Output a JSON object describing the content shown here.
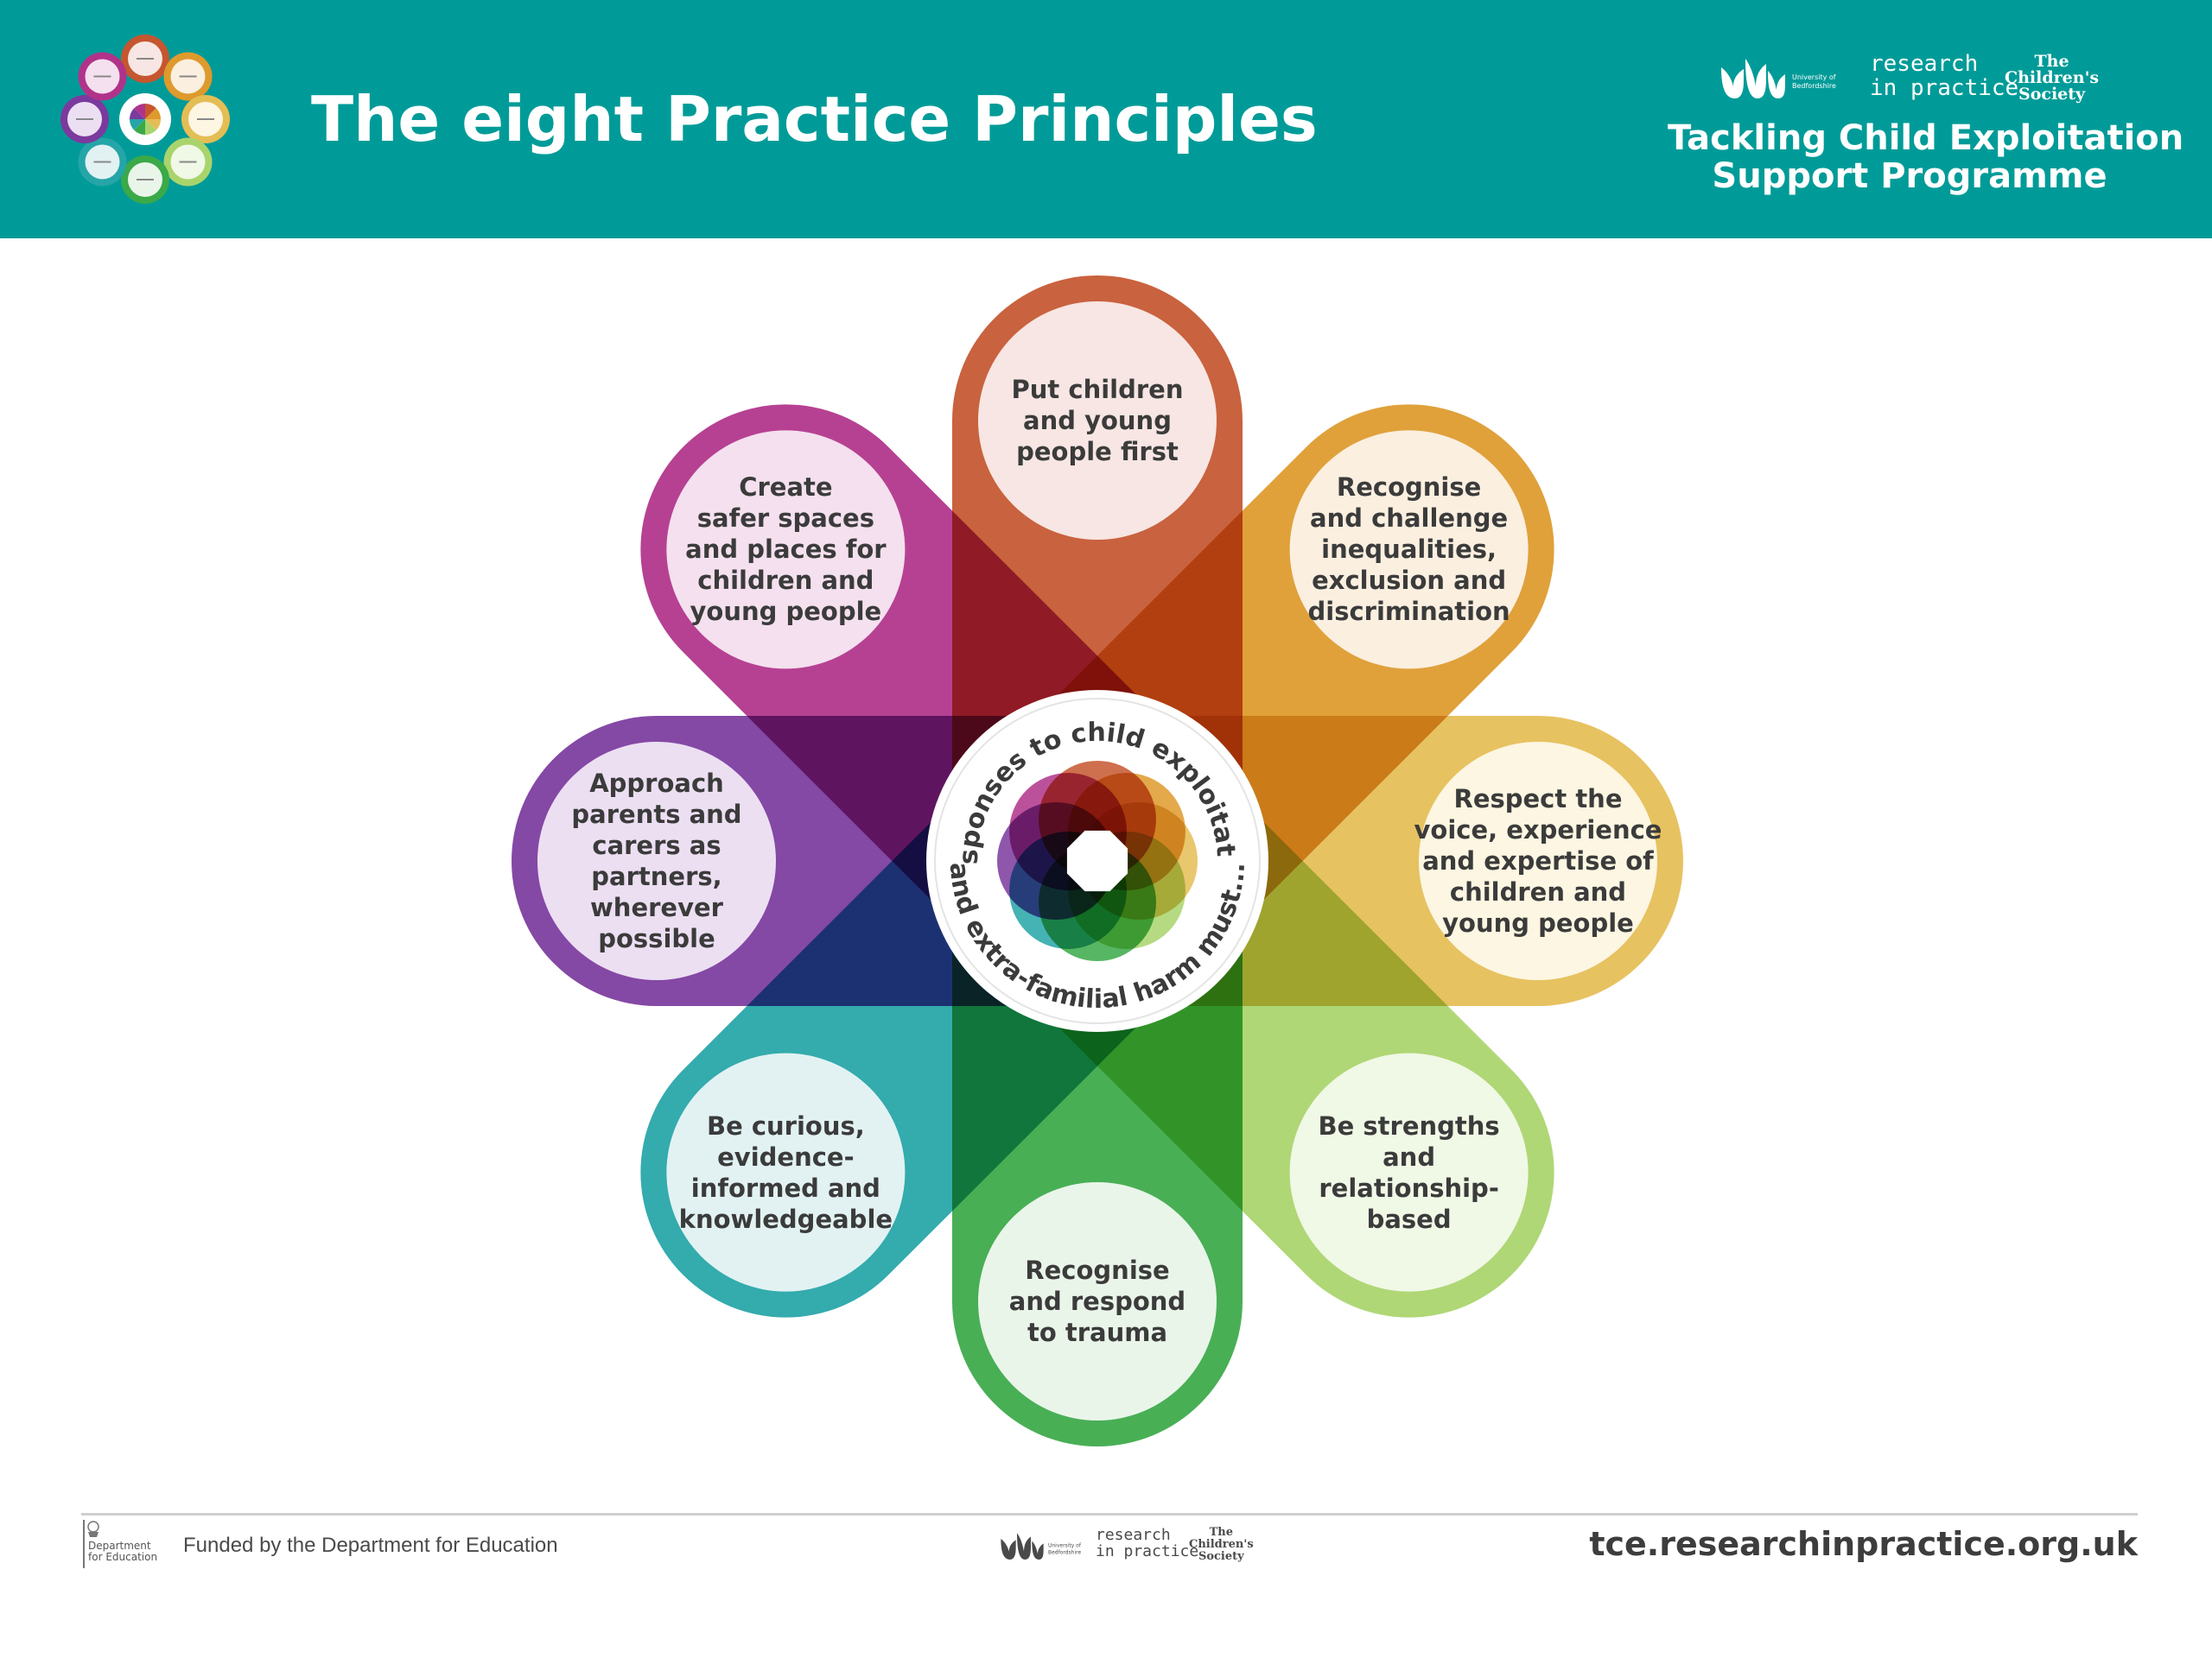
{
  "header": {
    "title": "The eight Practice Principles",
    "background_color": "#009b98",
    "logo_icon": "flower-logo-icon"
  },
  "brand": {
    "uob_logo_icon": "university-of-bedfordshire-logo-icon",
    "uob_logo_text": "University of Bedfordshire",
    "research_in_practice": "research\nin practice",
    "childrens_society": "The\nChildren's\nSociety",
    "programme_title": "Tackling Child Exploitation\nSupport Programme"
  },
  "diagram": {
    "center_text_top": "Responses to child exploitation",
    "center_text_bottom": "and extra-familial harm must...",
    "petals": [
      {
        "label": "Put children\nand young\npeople first",
        "color": "#c5562f",
        "circle_color": "#f7e6e3"
      },
      {
        "label": "Recognise\nand challenge\ninequalities,\nexclusion and\ndiscrimination",
        "color": "#de9a2c",
        "circle_color": "#fbefe0"
      },
      {
        "label": "Respect the\nvoice, experience\nand expertise of\nchildren and\nyoung people",
        "color": "#e5bd55",
        "circle_color": "#fcf6e2"
      },
      {
        "label": "Be strengths\nand\nrelationship-\nbased",
        "color": "#a9d46c",
        "circle_color": "#f0f8e6"
      },
      {
        "label": "Recognise\nand respond\nto trauma",
        "color": "#3aa948",
        "circle_color": "#eaf5ea"
      },
      {
        "label": "Be curious,\nevidence-\ninformed and\nknowledgeable",
        "color": "#25a5a7",
        "circle_color": "#e2f2f3"
      },
      {
        "label": "Approach\nparents and\ncarers as\npartners,\nwherever\npossible",
        "color": "#7b3a9e",
        "circle_color": "#ecdff2"
      },
      {
        "label": "Create\nsafer spaces\nand places for\nchildren and\nyoung people",
        "color": "#b0338a",
        "circle_color": "#f4e0ee"
      }
    ]
  },
  "footer": {
    "dfe_crest_icon": "royal-crest-icon",
    "dfe_name": "Department\nfor Education",
    "funded_by": "Funded by the Department for Education",
    "uob_logo_icon": "university-of-bedfordshire-logo-icon",
    "research_in_practice": "research\nin practice",
    "childrens_society": "The\nChildren's\nSociety",
    "url": "tce.researchinpractice.org.uk"
  }
}
